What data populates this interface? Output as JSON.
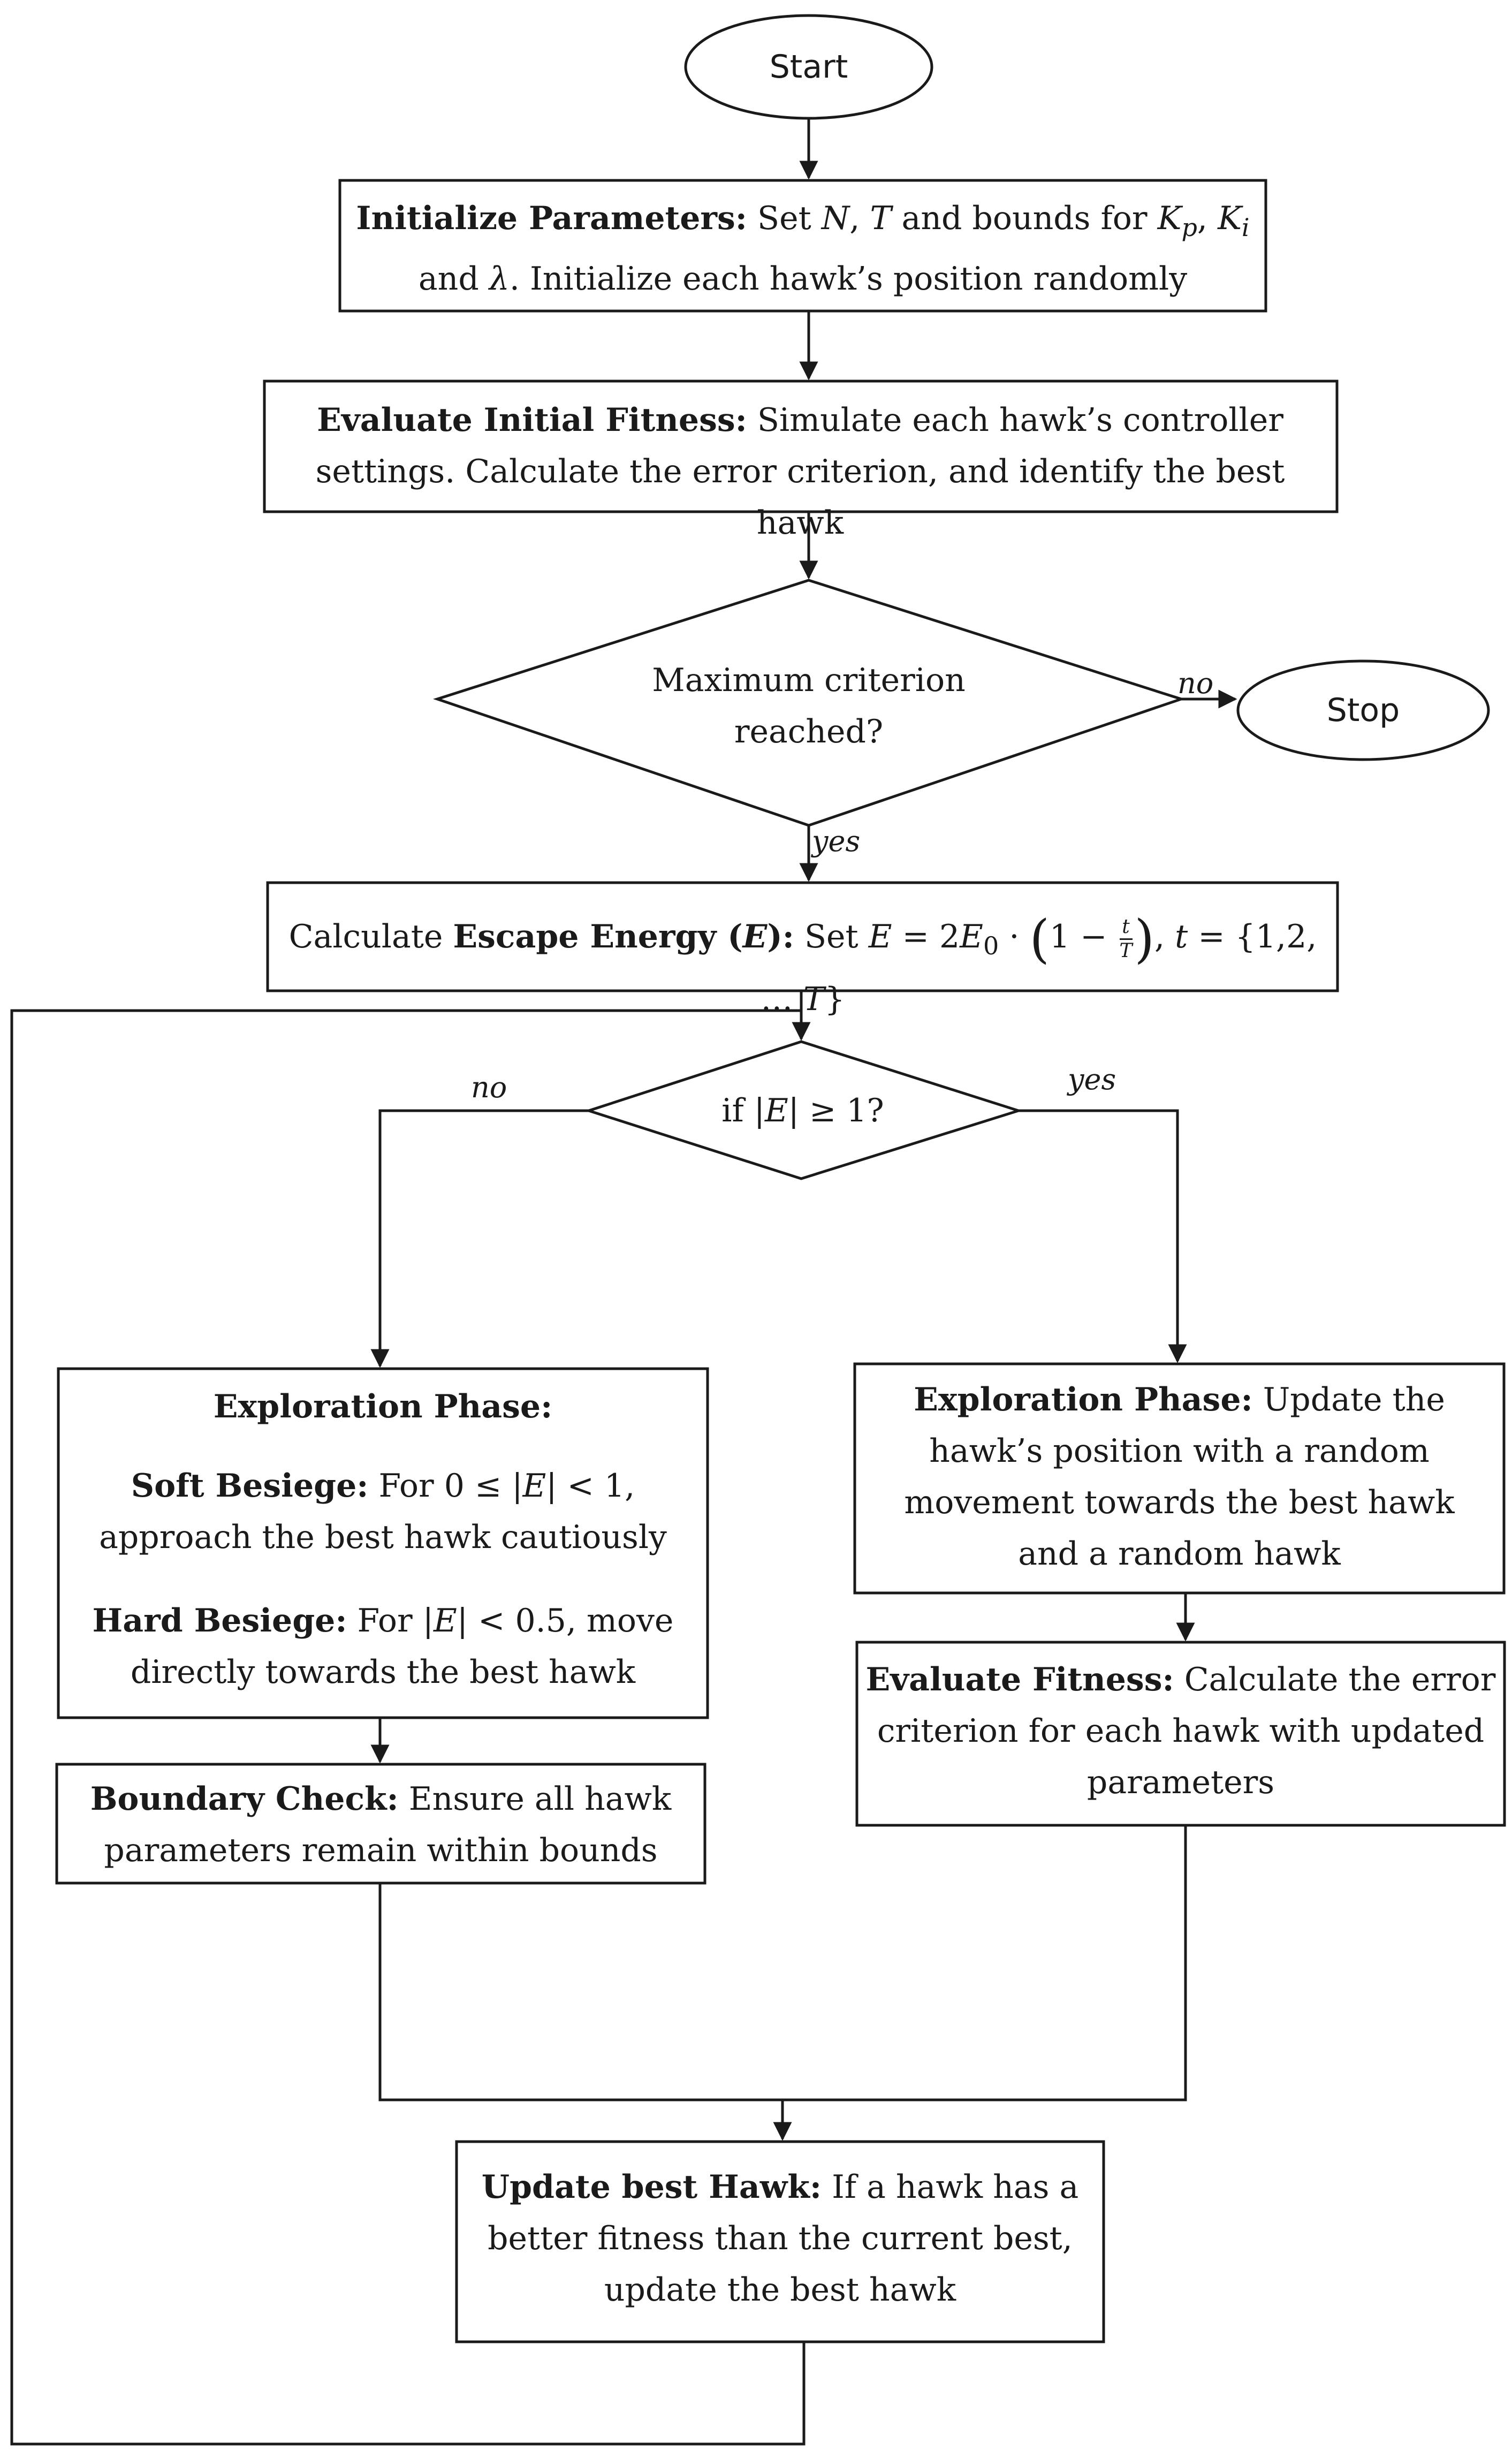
{
  "nodes": {
    "start": "Start",
    "init": {
      "bold": "Initialize Parameters:",
      "text1": " Set ",
      "N": "N",
      "c1": ", ",
      "T": "T",
      "text2": " and bounds for ",
      "Kp": "K",
      "p": "p",
      "c2": ", ",
      "Ki": "K",
      "i": "i",
      "line2a": "and ",
      "lambda": "λ",
      "line2b": ". Initialize each hawk’s position randomly"
    },
    "eval_initial": {
      "bold": "Evaluate Initial Fitness:",
      "line1": " Simulate each hawk’s controller",
      "line2": "settings. Calculate the error criterion, and identify the best hawk"
    },
    "decision_max": {
      "line1": "Maximum criterion",
      "line2": "reached?"
    },
    "stop": "Stop",
    "escape": {
      "pre": "Calculate ",
      "bold": "Escape Energy (",
      "E": "E",
      "bold2": "):",
      "set": " Set ",
      "formula_E": "E",
      "eq": " = 2",
      "E0": "E",
      "zero": "0",
      "dot": " · ",
      "one_minus": "1 − ",
      "t": "t",
      "T": "T",
      "tail": ", ",
      "tvar": "t",
      "set_vals": " = {1,2, … ",
      "T2": "T",
      "close": "}"
    },
    "decision_E": {
      "pre": "if |",
      "E": "E",
      "post": "| ≥ 1?"
    },
    "exploration_left": {
      "title": "Exploration Phase:",
      "soft_bold": "Soft Besiege:",
      "soft_text1": " For 0 ≤ |",
      "soft_E": "E",
      "soft_text2": "| < 1,",
      "soft_line2": "approach the best hawk cautiously",
      "hard_bold": "Hard Besiege:",
      "hard_text1": " For |",
      "hard_E": "E",
      "hard_text2": "| < 0.5, move",
      "hard_line2": "directly towards the best hawk"
    },
    "boundary": {
      "bold": "Boundary Check:",
      "line1": " Ensure all hawk",
      "line2": "parameters remain within bounds"
    },
    "exploration_right": {
      "bold": "Exploration Phase:",
      "line1": " Update the",
      "line2": "hawk’s position with a random",
      "line3": "movement towards the best hawk",
      "line4": "and a random hawk"
    },
    "eval_fitness": {
      "bold": "Evaluate Fitness:",
      "line1": " Calculate the error",
      "line2": "criterion for each hawk with updated",
      "line3": "parameters"
    },
    "update_best": {
      "bold": "Update best Hawk:",
      "line1": " If a hawk has a",
      "line2": "better fitness than the current best,",
      "line3": "update the best hawk"
    }
  },
  "edge_labels": {
    "max_no": "no",
    "max_yes": "yes",
    "e_no": "no",
    "e_yes": "yes"
  }
}
